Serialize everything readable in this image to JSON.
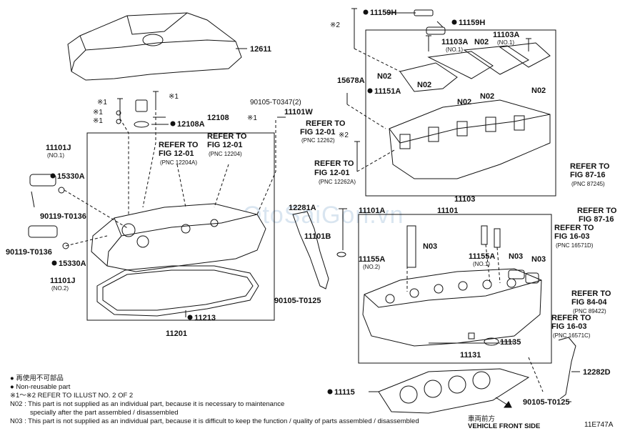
{
  "watermark": "OtoSaiGon.vn",
  "callouts": {
    "c12611": "12611",
    "c12108": "12108",
    "c12108A": "12108A",
    "c11159H_a": "11159H",
    "c11159H_b": "11159H",
    "c11103A_1": "11103A",
    "c11103A_1_sub": "(NO.1)",
    "c11103A_2": "11103A",
    "c11103A_2_sub": "(NO.1)",
    "n02_a": "N02",
    "n02_b": "N02",
    "n02_c": "N02",
    "n02_d": "N02",
    "n02_e": "N02",
    "n02_f": "N02",
    "c15678A": "15678A",
    "c11151A": "11151A",
    "c11103": "11103",
    "c90105_T0347": "90105-T0347(2)",
    "c11101W": "11101W",
    "ref_12262_a1": "REFER TO",
    "ref_12262_a2": "FIG 12-01",
    "ref_12262_a3": "(PNC 12262)",
    "ref_12262A_1": "REFER TO",
    "ref_12262A_2": "FIG 12-01",
    "ref_12262A_3": "(PNC 12262A)",
    "ref_12204A_1": "REFER TO",
    "ref_12204A_2": "FIG 12-01",
    "ref_12204A_3": "(PNC 12204A)",
    "ref_12204_1": "REFER TO",
    "ref_12204_2": "FIG 12-01",
    "ref_12204_3": "(PNC 12204)",
    "c11101J_1": "11101J",
    "c11101J_1_sub": "(NO.1)",
    "c15330A_1": "15330A",
    "c90119_a": "90119-T0136",
    "c90119_b": "90119-T0136",
    "c15330A_2": "15330A",
    "c11101J_2": "11101J",
    "c11101J_2_sub": "(NO.2)",
    "c11213": "11213",
    "c11201": "11201",
    "c12281A": "12281A",
    "c11101A": "11101A",
    "c11101B": "11101B",
    "c11101": "11101",
    "c11155A_2": "11155A",
    "c11155A_2_sub": "(NO.2)",
    "n03_a": "N03",
    "c11155A_1": "11155A",
    "c11155A_1_sub": "(NO.1)",
    "n03_b": "N03",
    "n03_c": "N03",
    "c90105_T0125_a": "90105-T0125",
    "c11135": "11135",
    "c11131": "11131",
    "ref_87245_1": "REFER TO",
    "ref_87245_2": "FIG 87-16",
    "ref_87245_3": "(PNC 87245)",
    "ref_8716_1": "REFER TO",
    "ref_8716_2": "FIG 87-16",
    "ref_16571D_1": "REFER TO",
    "ref_16571D_2": "FIG 16-03",
    "ref_16571D_3": "(PNC 16571D)",
    "ref_89422_1": "REFER TO",
    "ref_89422_2": "FIG 84-04",
    "ref_89422_3": "(PNC 89422)",
    "ref_16571C_1": "REFER TO",
    "ref_16571C_2": "FIG 16-03",
    "ref_16571C_3": "(PNC 16571C)",
    "c12282D": "12282D",
    "c11115": "11115",
    "c90105_T0125_b": "90105-T0125",
    "star1_a": "※1",
    "star1_b": "※1",
    "star1_c": "※1",
    "star1_d": "※1",
    "star1_e": "※1",
    "star2_a": "※2",
    "star2_b": "※2"
  },
  "legend": {
    "line1": "● 再使用不可部品",
    "line2": "● Non-reusable part",
    "line3": "※1～※2  REFER TO ILLUST NO. 2 OF 2",
    "line4": "N02 : This part is not supplied as an individual part, because it is necessary to maintenance",
    "line5": "specially after the part assembled / disassembled",
    "line6": "N03 : This part is not supplied as an individual part, because it is difficult to keep the function / quality of parts  assembled / disassembled"
  },
  "footer": {
    "direction_jp": "車両前方",
    "direction_en": "VEHICLE FRONT SIDE",
    "figure_code": "11E747A"
  },
  "colors": {
    "line": "#111111",
    "background": "#ffffff",
    "watermark": "#78a0c8"
  }
}
